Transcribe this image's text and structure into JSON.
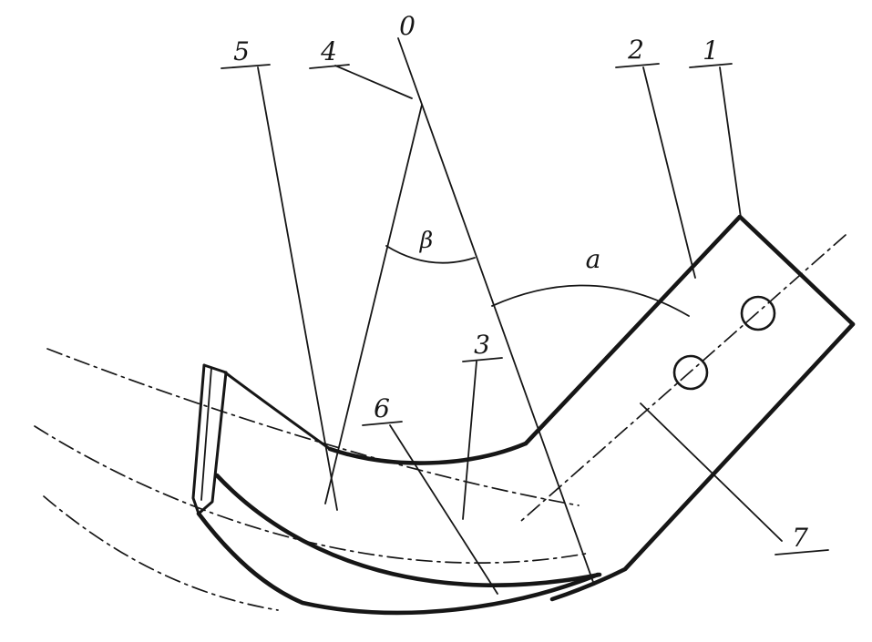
{
  "figure": {
    "background": "#ffffff",
    "ink": "#161616",
    "description": "patent-style line drawing of a curved tiller blade with mounting shank, two bolt holes, reference axis and part callouts",
    "labels": {
      "l0": "0",
      "l1": "1",
      "l2": "2",
      "l3": "3",
      "l4": "4",
      "l5": "5",
      "l6": "6",
      "l7": "7",
      "alpha": "a",
      "beta": "β"
    }
  }
}
